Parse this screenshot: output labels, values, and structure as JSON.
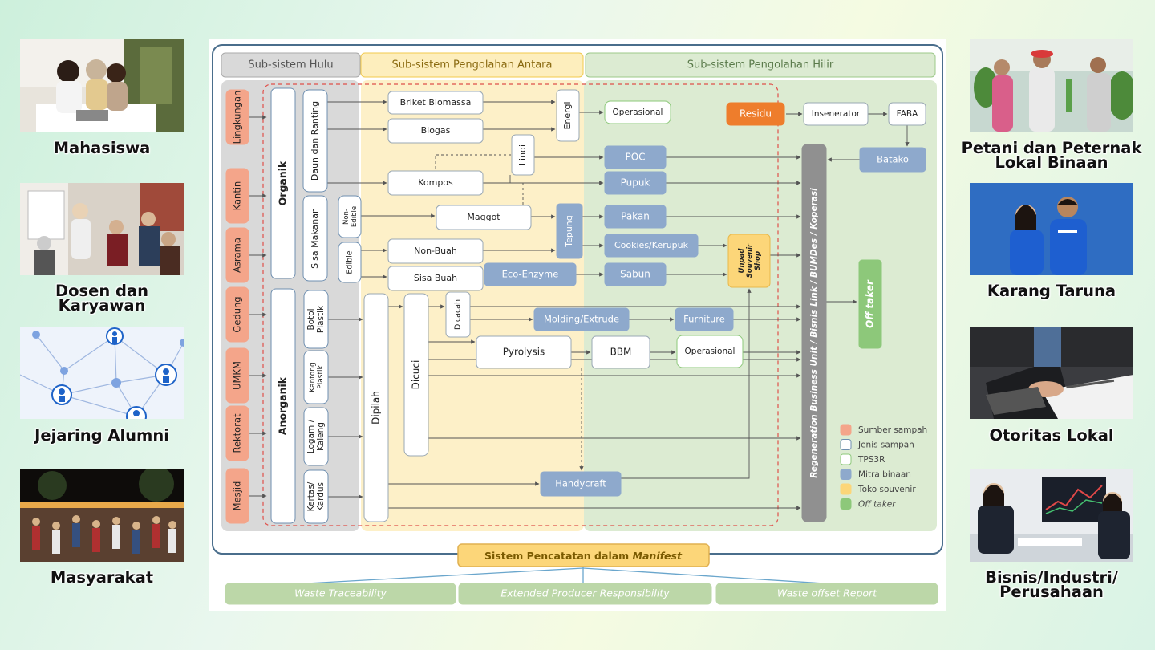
{
  "stakeholders_left": [
    {
      "label": "Mahasiswa"
    },
    {
      "label": "Dosen dan\nKaryawan"
    },
    {
      "label": "Jejaring Alumni"
    },
    {
      "label": "Masyarakat"
    }
  ],
  "stakeholders_right": [
    {
      "label": "Petani dan Peternak\nLokal Binaan"
    },
    {
      "label": "Karang Taruna"
    },
    {
      "label": "Otoritas Lokal"
    },
    {
      "label": "Bisnis/Industri/\nPerusahaan"
    }
  ],
  "diagram": {
    "headers": {
      "hulu": "Sub-sistem Hulu",
      "antara": "Sub-sistem Pengolahan Antara",
      "hilir": "Sub-sistem Pengolahan Hilir"
    },
    "sources": [
      "Lingkungan",
      "Kantin",
      "Asrama",
      "Gedung",
      "UMKM",
      "Rektorat",
      "Mesjid"
    ],
    "categories": {
      "organik": "Organik",
      "anorganik": "Anorganik"
    },
    "types": {
      "daun": "Daun dan Ranting",
      "sisa_makanan": "Sisa Makanan",
      "non_edible": "Non-\nEdible",
      "edible": "Edible",
      "botol": "Botol\nPlastik",
      "kantong": "Kantong\nPlastik",
      "logam": "Logam /\nKaleng",
      "kertas": "Kertas/\nKardus"
    },
    "tps": {
      "briket": "Briket Biomassa",
      "biogas": "Biogas",
      "kompos": "Kompos",
      "maggot": "Maggot",
      "non_buah": "Non-Buah",
      "sisa_buah": "Sisa Buah",
      "energi": "Energi",
      "lindi": "Lindi",
      "dipilah": "Dipilah",
      "dicuci": "Dicuci",
      "dicacah": "Dicacah",
      "pyrolysis": "Pyrolysis",
      "bbm": "BBM",
      "operasional1": "Operasional",
      "operasional2": "Operasional",
      "insenerator": "Insenerator",
      "faba": "FABA"
    },
    "mitra": {
      "poc": "POC",
      "pupuk": "Pupuk",
      "pakan": "Pakan",
      "tepung": "Tepung",
      "cookies": "Cookies/Kerupuk",
      "eco": "Eco-Enzyme",
      "sabun": "Sabun",
      "molding": "Molding/Extrude",
      "furniture": "Furniture",
      "handycraft": "Handycraft",
      "batako": "Batako"
    },
    "residu": "Residu",
    "souvenir": "Unpad\nSouvenir\nShop",
    "regeneration": "Regeneration Business Unit / Bisnis Link / BUMDes / Koperasi",
    "offtaker": "Off taker",
    "manifest": {
      "prefix": "Sistem Pencatatan dalam ",
      "emph": "Manifest"
    },
    "outputs": [
      "Waste Traceability",
      "Extended Producer Responsibility",
      "Waste offset Report"
    ],
    "legend": [
      {
        "label": "Sumber sampah",
        "color": "#f4a58a"
      },
      {
        "label": "Jenis sampah",
        "color": "#ffffff"
      },
      {
        "label": "TPS3R",
        "color": "#ffffff"
      },
      {
        "label": "Mitra binaan",
        "color": "#8ea9cc"
      },
      {
        "label": "Toko souvenir",
        "color": "#fcd679"
      },
      {
        "label": "Off taker",
        "color": "#8dc87a"
      }
    ],
    "colors": {
      "source": "#f4a58a",
      "mitra": "#8ea9cc",
      "souvenir": "#fcd679",
      "offtaker": "#8dc87a",
      "residu": "#ee7d2c",
      "hulu_bg": "#d9d9d9",
      "antara_bg": "#fdf0c8",
      "hilir_bg": "#dcebd2",
      "manifest": "#fcd679",
      "output_bg": "#bcd7a8",
      "frame": "#4a6e8c"
    }
  }
}
